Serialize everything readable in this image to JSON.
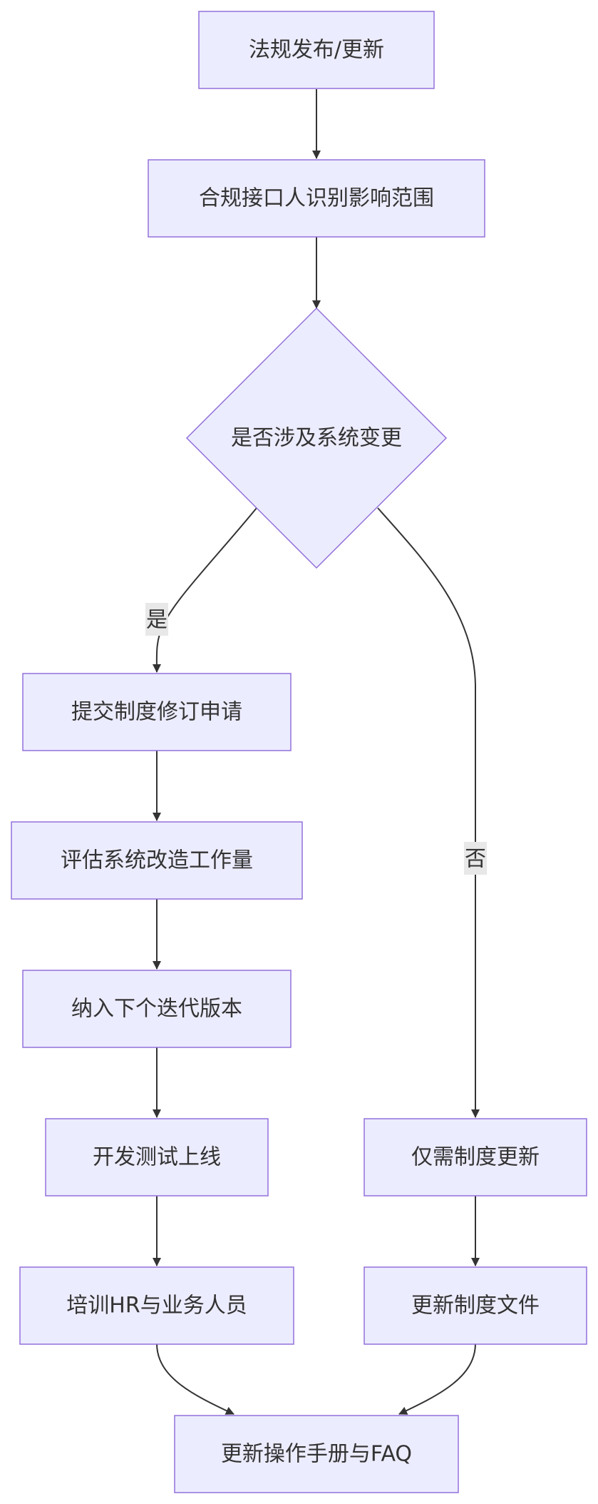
{
  "nodes": {
    "law_publish": "法规发布/更新",
    "identify_scope": "合规接口人识别影响范围",
    "decision": "是否涉及系统变更",
    "submit_revision": "提交制度修订申请",
    "evaluate_workload": "评估系统改造工作量",
    "include_iteration": "纳入下个迭代版本",
    "develop_launch": "开发测试上线",
    "train_staff": "培训HR与业务人员",
    "policy_only": "仅需制度更新",
    "update_docs": "更新制度文件",
    "update_manual": "更新操作手册与FAQ"
  },
  "edge_labels": {
    "yes": "是",
    "no": "否"
  },
  "colors": {
    "node_fill": "#ececff",
    "node_stroke": "#9370db",
    "edge": "#333333",
    "label_bg": "#e8e8e8"
  }
}
